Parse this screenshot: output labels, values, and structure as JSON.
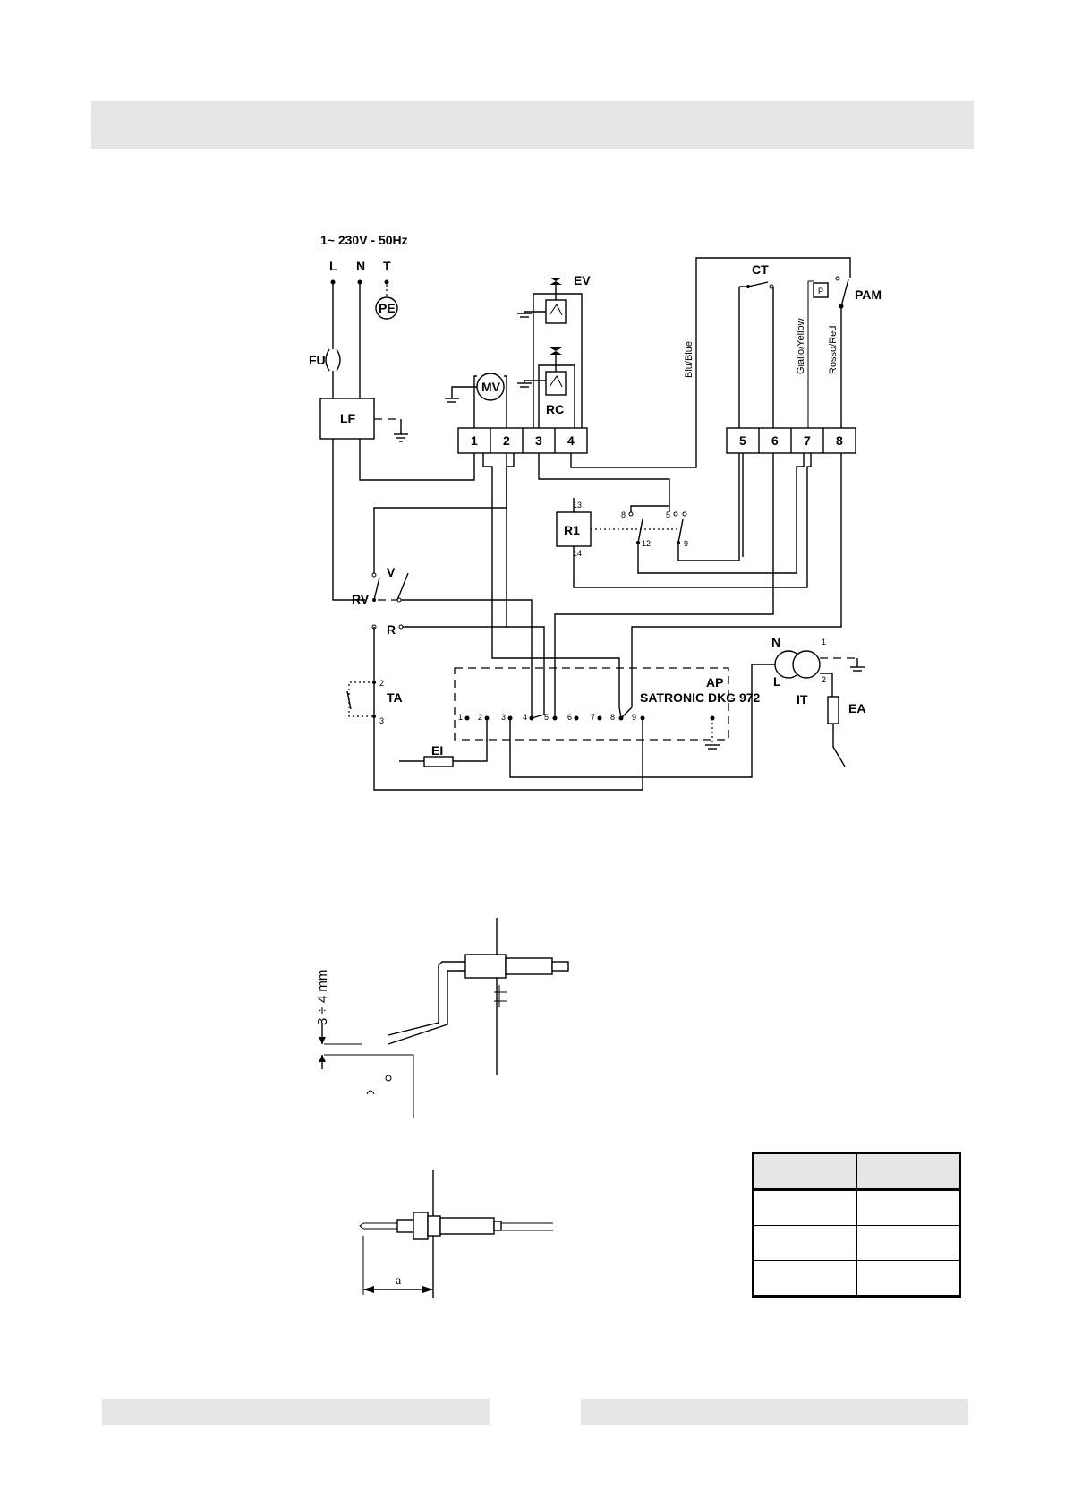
{
  "diagram": {
    "supply": "1~ 230V - 50Hz",
    "terminals_supply": [
      "L",
      "N",
      "T"
    ],
    "labels": {
      "pe": "PE",
      "fu": "FU",
      "lf": "LF",
      "mv": "MV",
      "ev": "EV",
      "rc": "RC",
      "ct": "CT",
      "pam": "PAM",
      "p": "P",
      "r1": "R1",
      "rv": "RV",
      "v": "V",
      "r": "R",
      "ta": "TA",
      "ap": "AP",
      "satronic": "SATRONIC DKG 972",
      "it": "IT",
      "n": "N",
      "l": "L",
      "ea": "EA",
      "ei": "EI"
    },
    "terminal_block": [
      "1",
      "2",
      "3",
      "4",
      "5",
      "6",
      "7",
      "8"
    ],
    "wire_labels": [
      "Blu/Blue",
      "Giallo/Yellow",
      "Rosso/Red"
    ],
    "relay_pins": [
      "13",
      "14",
      "8",
      "5",
      "12",
      "9"
    ],
    "ta_pins": [
      "2",
      "3"
    ],
    "it_pins": [
      "1",
      "2"
    ],
    "control_pins": [
      "1",
      "2",
      "3",
      "4",
      "5",
      "6",
      "7",
      "8",
      "9"
    ]
  },
  "electrode": {
    "gap": "3 ÷ 4 mm",
    "dimension": "a"
  }
}
